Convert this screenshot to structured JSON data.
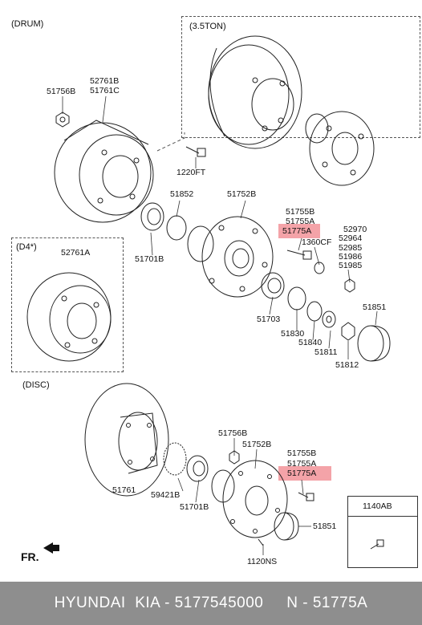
{
  "sections": {
    "drum": "(DRUM)",
    "ton": "(3.5TON)",
    "d4": "(D4*)",
    "disc": "(DISC)"
  },
  "labels": {
    "p51756b_top": "51756B",
    "p52761b": "52761B",
    "p51761c": "51761C",
    "p1220ft": "1220FT",
    "p51852": "51852",
    "p51752b_top": "51752B",
    "p51755b_top": "51755B",
    "p51755a_top": "51755A",
    "p51775a_top": "51775A",
    "p1360cf": "1360CF",
    "p52970": "52970",
    "p52964": "52964",
    "p52985": "52985",
    "p51986": "51986",
    "p51985": "51985",
    "p51701b_top": "51701B",
    "p52761a": "52761A",
    "p51703": "51703",
    "p51830": "51830",
    "p51840": "51840",
    "p51811": "51811",
    "p51851_top": "51851",
    "p51812": "51812",
    "p51756b_bot": "51756B",
    "p51752b_bot": "51752B",
    "p51755b_bot": "51755B",
    "p51755a_bot": "51755A",
    "p51775a_bot": "51775A",
    "p51761": "51761",
    "p59421b": "59421B",
    "p51701b_bot": "51701B",
    "p51851_bot": "51851",
    "p1120ns": "1120NS",
    "p1140ab": "1140AB",
    "fr": "FR."
  },
  "highlight_color": "#f4a3a8",
  "footer": {
    "text": "HYUNDAI  KIA - 5177545000     N - 51775A",
    "background": "#8e8e8e"
  },
  "icons": [
    "front-arrow-icon"
  ]
}
